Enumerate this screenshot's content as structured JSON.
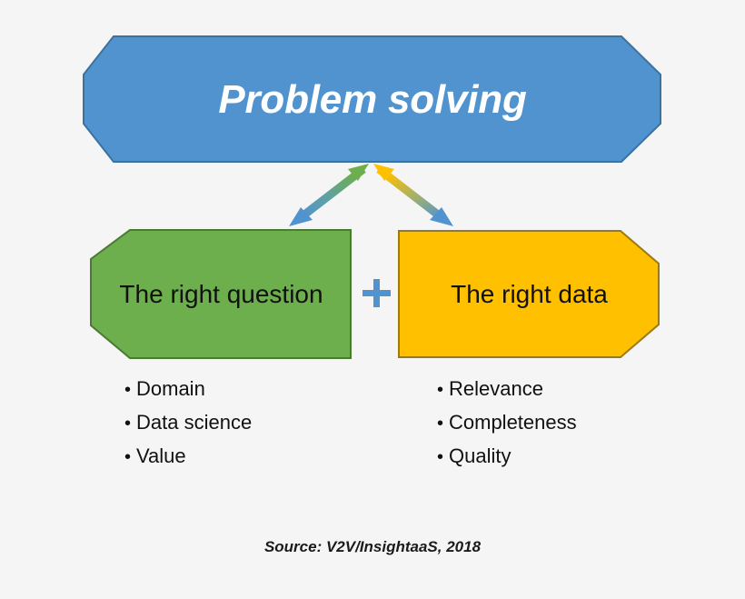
{
  "diagram": {
    "title_shape": {
      "label": "Problem solving",
      "fill": "#5093CF",
      "stroke": "#3B72A0",
      "text_color": "#FFFFFF",
      "shape": "octagon"
    },
    "left_shape": {
      "label": "The right question",
      "fill": "#6CAF4C",
      "stroke": "#4B7A33",
      "text_color": "#111111",
      "shape": "pentagon-left-chamfer"
    },
    "right_shape": {
      "label": "The right data",
      "fill": "#FFC000",
      "stroke": "#9C7A11",
      "text_color": "#111111",
      "shape": "pentagon-right-chamfer"
    },
    "operator": {
      "symbol": "+",
      "color": "#5093CF"
    },
    "connectors": [
      {
        "name": "left-connector",
        "from": "The right question",
        "to": "Problem solving",
        "top_color": "#6CAF4C",
        "bottom_color": "#5093CF",
        "double_headed": true
      },
      {
        "name": "right-connector",
        "from": "The right data",
        "to": "Problem solving",
        "top_color": "#FFC000",
        "bottom_color": "#5093CF",
        "double_headed": true
      }
    ],
    "left_list": {
      "bullet": "•",
      "items": [
        "Domain",
        "Data science",
        "Value"
      ]
    },
    "right_list": {
      "bullet": "•",
      "items": [
        "Relevance",
        "Completeness",
        "Quality"
      ]
    },
    "source": "Source: V2V/InsightaaS, 2018",
    "background": "#F5F5F5"
  }
}
